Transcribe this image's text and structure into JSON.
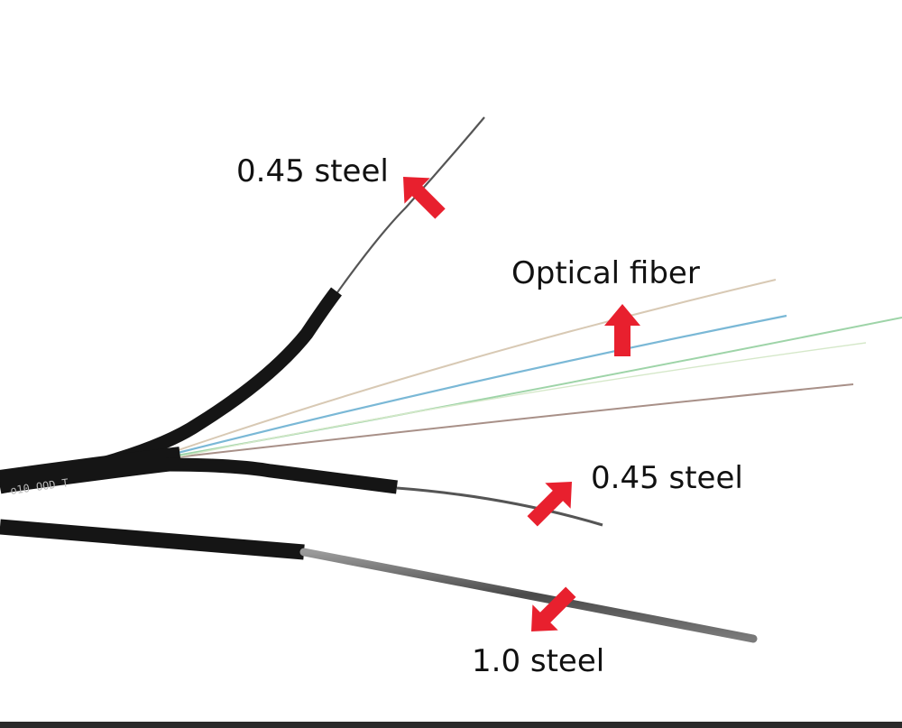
{
  "labels": {
    "top_steel": "0.45 steel",
    "optical_fiber": "Optical fiber",
    "middle_steel": "0.45 steel",
    "bottom_steel": "1.0 steel"
  },
  "jacket_print": "o10 OOD T",
  "colors": {
    "jacket": "#151515",
    "steel_wire": "#555555",
    "arrow": "#e8202e",
    "fibers": [
      "#d8c9b4",
      "#7ab8d6",
      "#9ed4a8",
      "#a89088"
    ]
  },
  "icons": [
    "arrow-icon"
  ]
}
